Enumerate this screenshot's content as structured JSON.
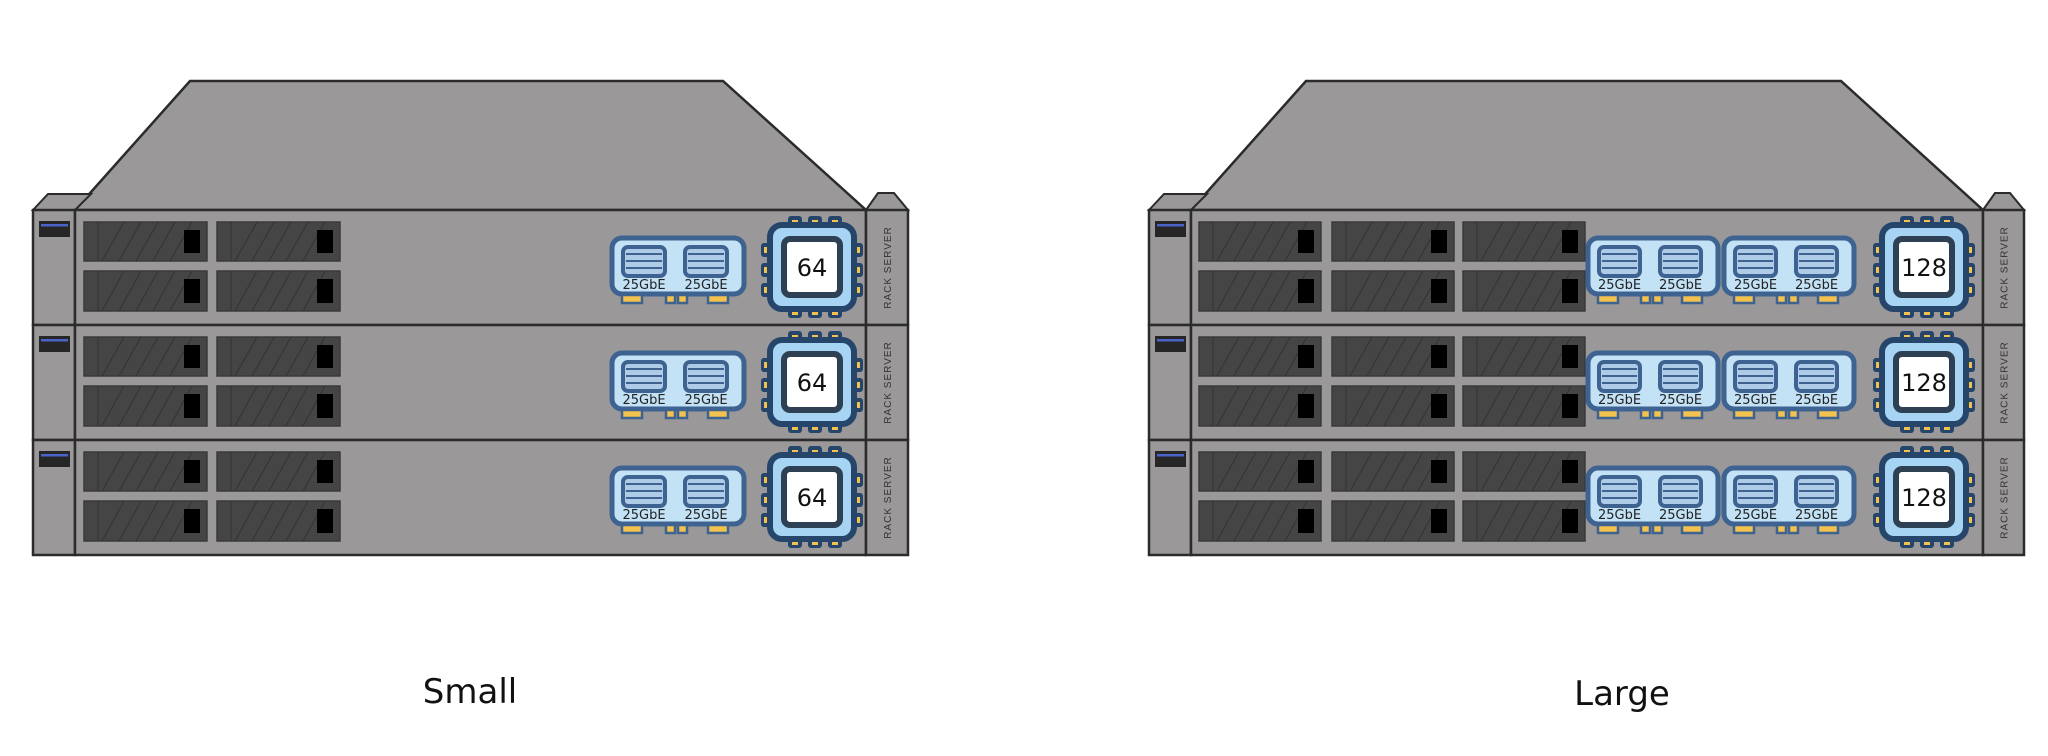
{
  "colors": {
    "chassis": "#9a9899",
    "outline": "#2b2b2b",
    "drive": "#454545",
    "nic_fill": "#c4e2f6",
    "nic_stroke": "#3f6391",
    "cpu_fill": "#a6d4f2",
    "cpu_stroke": "#25456b",
    "gold": "#f2c14e",
    "led": "#4a63c9"
  },
  "servers": [
    {
      "caption": "Small",
      "units": 3,
      "drive_columns": 2,
      "nics": 2,
      "cpu_cores": "64",
      "port_label": "25GbE",
      "rack_label": "RACK SERVER"
    },
    {
      "caption": "Large",
      "units": 3,
      "drive_columns": 3,
      "nics": 4,
      "cpu_cores": "128",
      "port_label": "25GbE",
      "rack_label": "RACK SERVER"
    }
  ]
}
